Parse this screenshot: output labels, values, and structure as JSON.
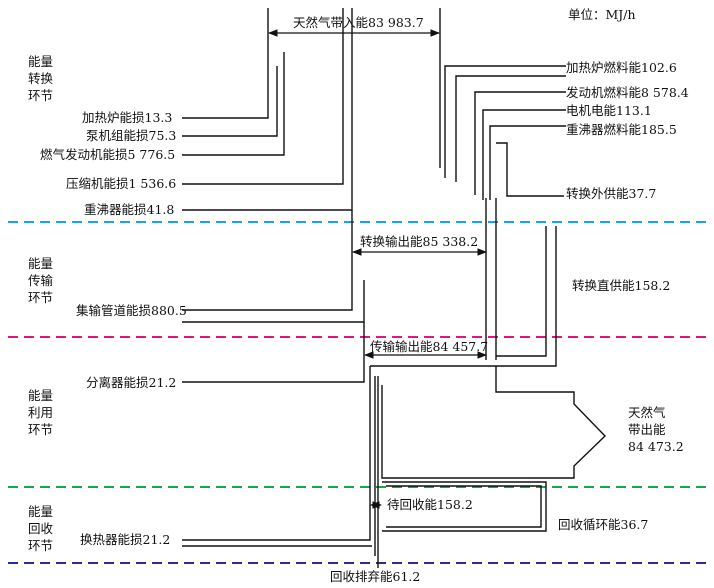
{
  "unit": "单位：MJ/h",
  "colors": {
    "divider_1": "#1aa3e6",
    "divider_2": "#e6127d",
    "divider_3": "#13a84a",
    "divider_4": "#2a2f8f",
    "flow_lines": "#111111"
  },
  "stages": [
    {
      "lines": [
        "能量",
        "转换",
        "环节"
      ]
    },
    {
      "lines": [
        "能量",
        "传输",
        "环节"
      ]
    },
    {
      "lines": [
        "能量",
        "利用",
        "环节"
      ]
    },
    {
      "lines": [
        "能量",
        "回收",
        "环节"
      ]
    }
  ],
  "flows": {
    "gas_input": "天然气带入能83 983.7",
    "heater_fuel": "加热炉燃料能102.6",
    "engine_fuel": "发动机燃料能8 578.4",
    "motor_power": "电机电能113.1",
    "reboiler_fuel": "重沸器燃料能185.5",
    "heater_loss": "加热炉能损13.3",
    "pump_loss": "泵机组能损75.3",
    "gas_engine_loss": "燃气发动机能损5 776.5",
    "compressor_loss": "压缩机能损1 536.6",
    "reboiler_loss": "重沸器能损41.8",
    "conversion_external": "转换外供能37.7",
    "conversion_output": "转换输出能85 338.2",
    "conversion_direct": "转换直供能158.2",
    "pipeline_loss": "集输管道能损880.5",
    "transmission_output": "传输输出能84 457.7",
    "separator_loss": "分离器能损21.2",
    "gas_output": [
      "天然气",
      "带出能",
      "84 473.2"
    ],
    "pending_recovery": "待回收能158.2",
    "recycled": "回收循环能36.7",
    "heat_exchanger_loss": "换热器能损21.2",
    "recovery_discard": "回收排弃能61.2"
  }
}
